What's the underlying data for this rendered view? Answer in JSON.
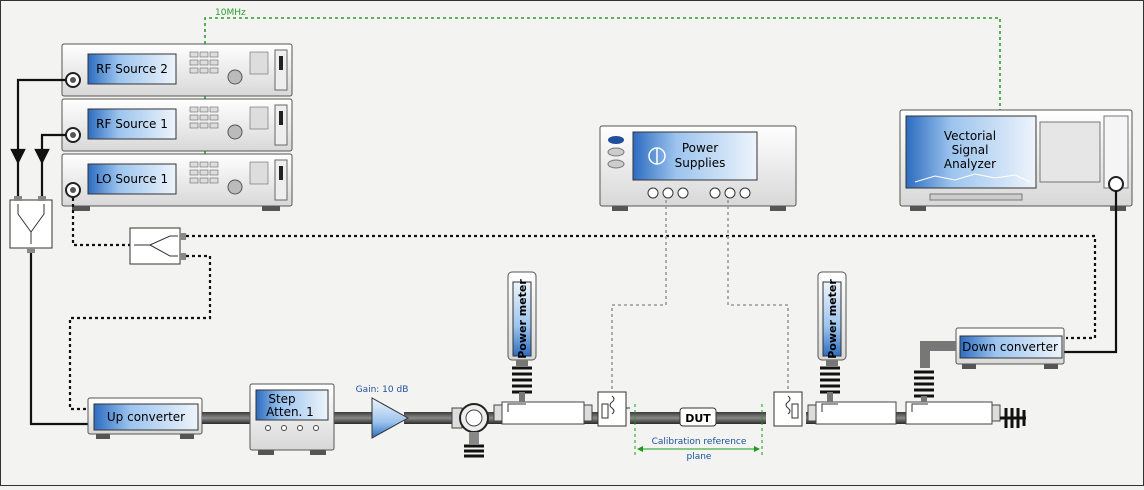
{
  "diagram": {
    "ref_clock_label": "10MHz",
    "instruments": {
      "rf_source_2": "RF Source 2",
      "rf_source_1": "RF Source 1",
      "lo_source_1": "LO Source 1",
      "power_supplies": [
        "Power",
        "Supplies"
      ],
      "vsa": [
        "Vectorial",
        "Signal",
        "Analyzer"
      ]
    },
    "blocks": {
      "up_converter": "Up converter",
      "step_atten": [
        "Step",
        "Atten. 1"
      ],
      "down_converter": "Down converter",
      "dut": "DUT"
    },
    "power_meters": [
      "Power meter",
      "Power meter"
    ],
    "gain_label": "Gain: 10 dB",
    "calibration_label": [
      "Calibration reference",
      "plane"
    ],
    "colors": {
      "background": "#f3f3f1",
      "screen_blue": "#5a8fd0",
      "clock_line": "#2e9e2e",
      "calibration": "#1a9e1a",
      "cable": "#111111",
      "dc_line": "#9a9a9a"
    }
  }
}
